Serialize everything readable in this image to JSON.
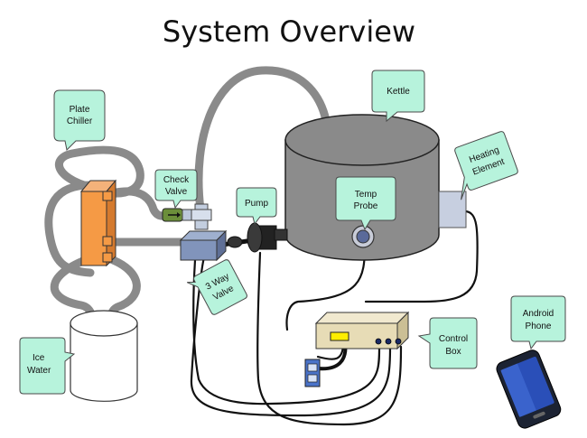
{
  "title": "System Overview",
  "callouts": {
    "plate_chiller": [
      "Plate",
      "Chiller"
    ],
    "check_valve": [
      "Check",
      "Valve"
    ],
    "pump": [
      "Pump"
    ],
    "three_way_valve": [
      "3 Way",
      "Valve"
    ],
    "kettle": [
      "Kettle"
    ],
    "temp_probe": [
      "Temp",
      "Probe"
    ],
    "heating_element": [
      "Heating",
      "Element"
    ],
    "android_phone": [
      "Android",
      "Phone"
    ],
    "control_box": [
      "Control",
      "Box"
    ],
    "ice_water": [
      "Ice",
      "Water"
    ]
  },
  "colors": {
    "callout": "#b7f3dc",
    "hose": "#8a8a8a",
    "kettle": "#8c8c8c",
    "chiller": "#f59a45",
    "control_box": "#e7dcb6",
    "phone": "#2a4fb8"
  }
}
